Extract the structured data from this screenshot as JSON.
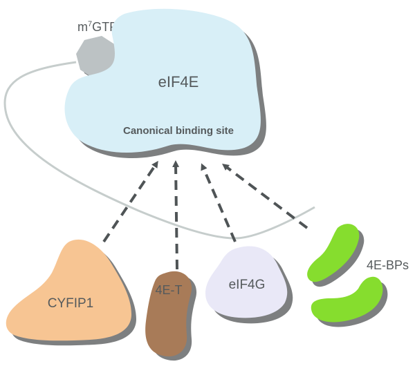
{
  "nodes": {
    "cap": {
      "label_base": "m",
      "label_sup": "7",
      "label_tail": "GTP",
      "color": "#bcc2c4"
    },
    "eif4e": {
      "label": "eIF4E",
      "site": "Canonical binding site",
      "color": "#d8eff7"
    },
    "cyfip1": {
      "label": "CYFIP1",
      "color": "#f7c593"
    },
    "fourET": {
      "label": "4E-T",
      "color": "#a87b58"
    },
    "eif4g": {
      "label": "eIF4G",
      "color": "#e9e8f7"
    },
    "fourEBPs": {
      "label": "4E-BPs",
      "color": "#86dd2e"
    }
  },
  "colors": {
    "shadow": "#7d7f80",
    "mrna": "#c6cdcc",
    "arrow": "#4f5456"
  }
}
